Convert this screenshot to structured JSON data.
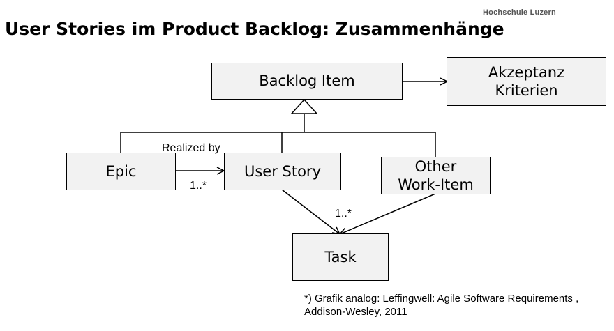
{
  "header": {
    "brand": "Hochschule Luzern",
    "title": "User Stories im Product Backlog: Zusammenhänge"
  },
  "diagram": {
    "nodes": {
      "backlog_item": "Backlog Item",
      "akzeptanz": "Akzeptanz\nKriterien",
      "epic": "Epic",
      "user_story": "User Story",
      "other": "Other\nWork-Item",
      "task": "Task"
    },
    "labels": {
      "realized_by": "Realized by",
      "mult_epic": "1..*",
      "mult_task": "1..*"
    }
  },
  "footnote": {
    "line1": "*) Grafik analog: Leffingwell: Agile Software Requirements ,",
    "line2": "Addison-Wesley, 2011"
  }
}
